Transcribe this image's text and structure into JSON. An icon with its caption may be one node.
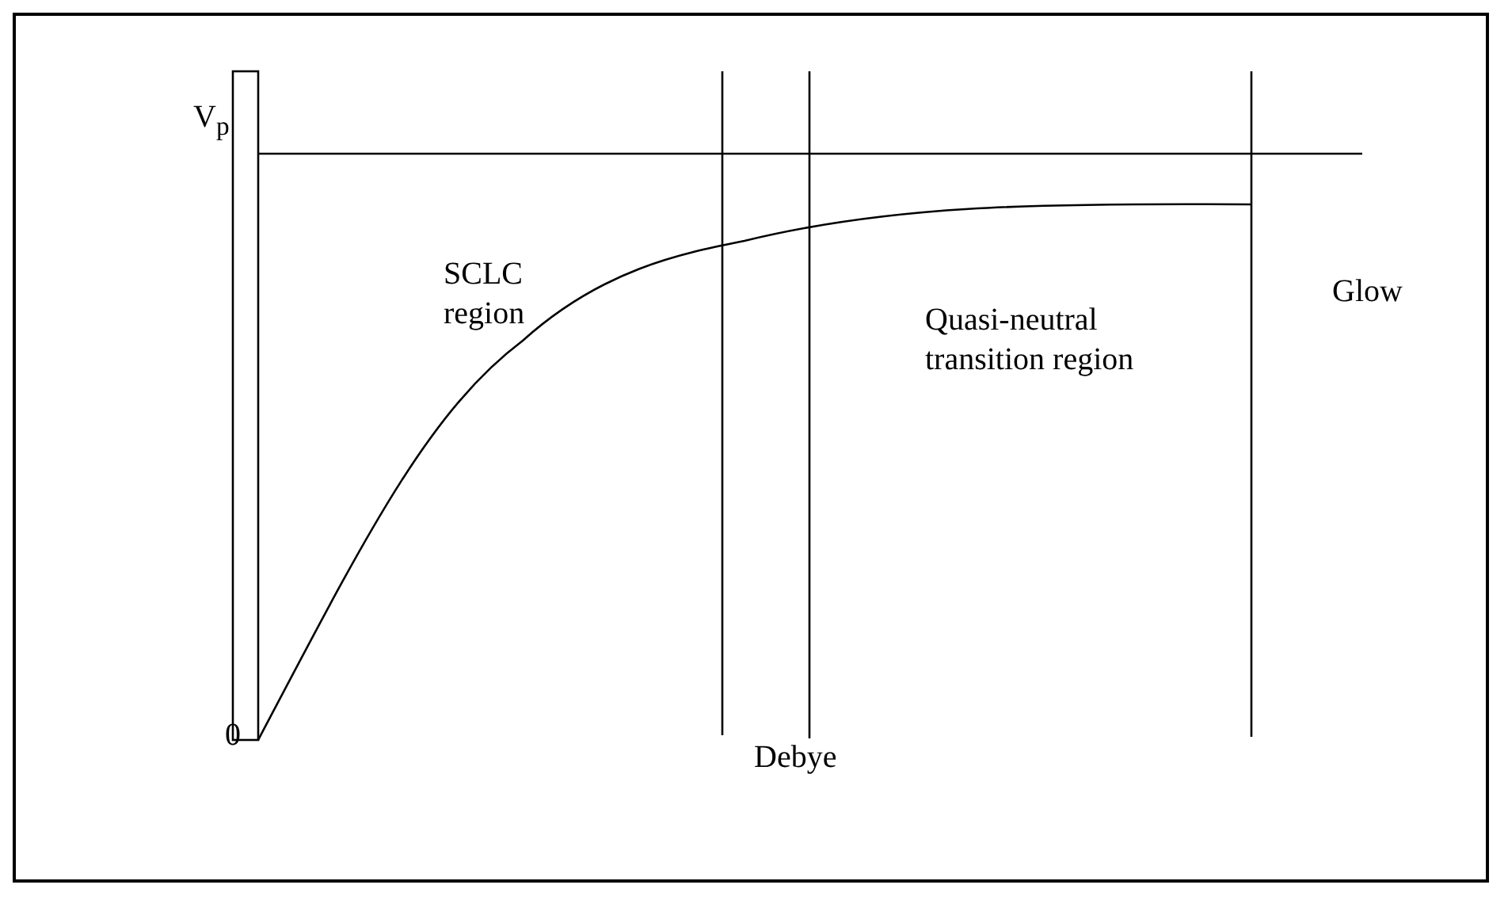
{
  "diagram": {
    "labels": [
      "V$_{p}$",
      "SCLC region",
      "Glow",
      "Quasi-neutral transition region",
      "0",
      "Debye"
    ]
  }
}
